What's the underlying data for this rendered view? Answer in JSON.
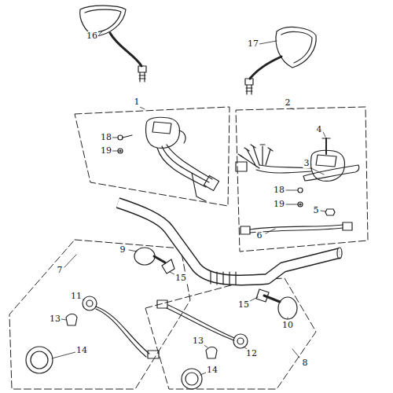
{
  "diagram": {
    "labels": [
      "16",
      "17",
      "1",
      "2",
      "18",
      "19",
      "4",
      "3",
      "18",
      "19",
      "5",
      "6",
      "7",
      "9",
      "15",
      "11",
      "15",
      "13",
      "10",
      "12",
      "14",
      "13",
      "14",
      "8"
    ]
  }
}
